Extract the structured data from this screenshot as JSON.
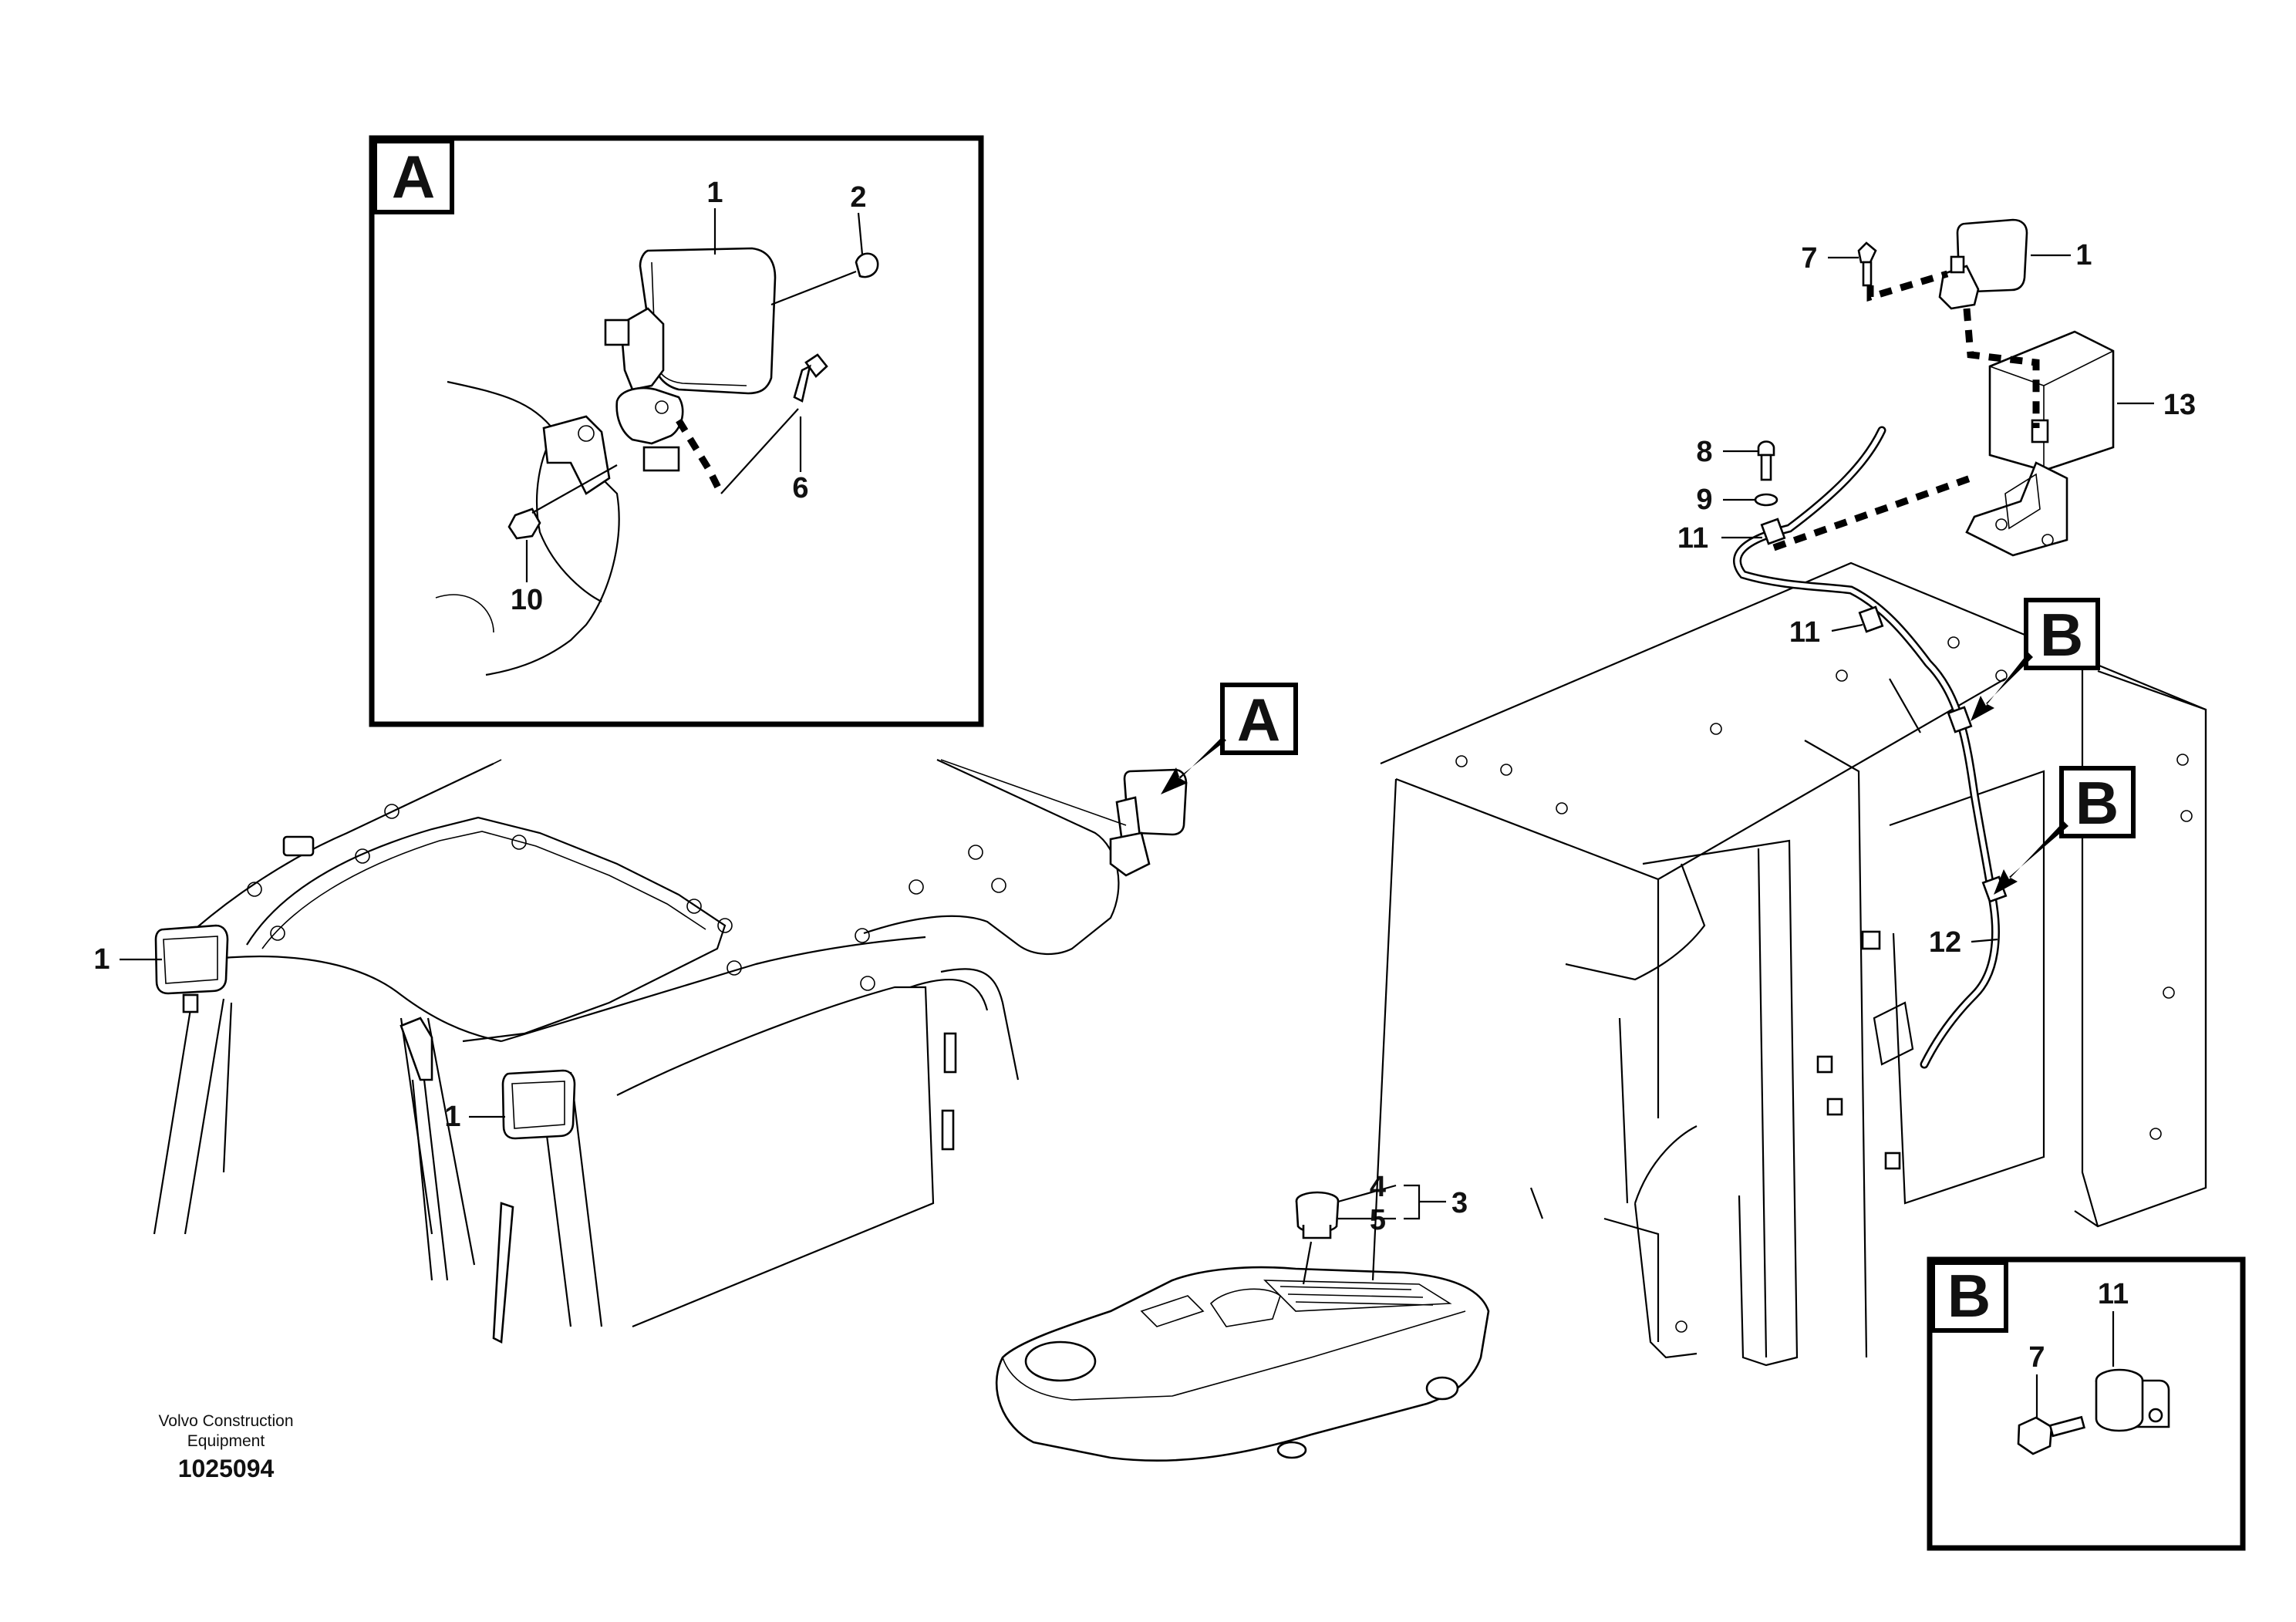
{
  "detail_a": {
    "zone": "A",
    "callouts": {
      "c1": "1",
      "c2": "2",
      "c6": "6",
      "c10": "10"
    }
  },
  "detail_b": {
    "zone": "B",
    "callouts": {
      "c11": "11",
      "c7": "7"
    }
  },
  "cab_view": {
    "zone_pointer": "A",
    "callouts": {
      "c1_left": "1",
      "c1_right": "1",
      "c3": "3",
      "c4": "4",
      "c5": "5"
    }
  },
  "rear_view": {
    "zone_pointer_1": "B",
    "zone_pointer_2": "B",
    "callouts": {
      "c7": "7",
      "c1": "1",
      "c13": "13",
      "c8": "8",
      "c9": "9",
      "c11_upper": "11",
      "c11_lower": "11",
      "c12": "12"
    }
  },
  "footer": {
    "brand_line1": "Volvo Construction",
    "brand_line2": "Equipment",
    "drawing_number": "1025094"
  }
}
